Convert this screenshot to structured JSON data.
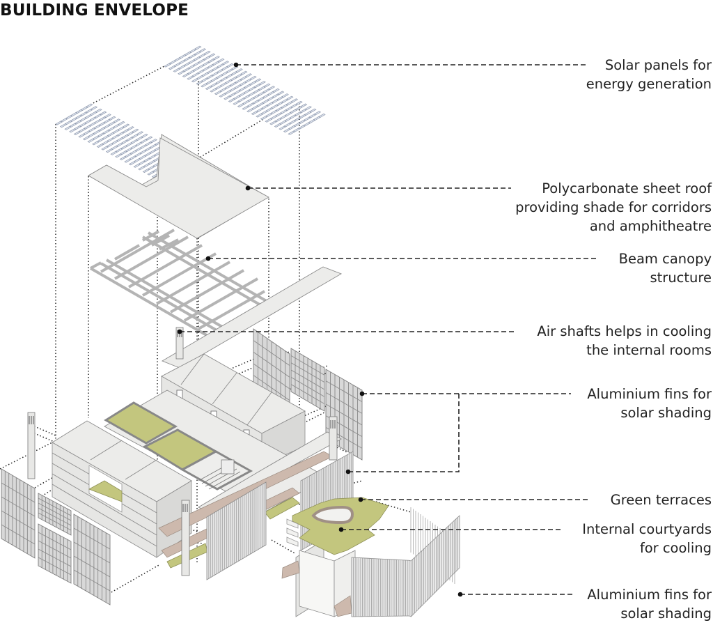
{
  "title": "BUILDING ENVELOPE",
  "labels": [
    {
      "id": "solar-panels",
      "lines": [
        "Solar panels for",
        "energy generation"
      ]
    },
    {
      "id": "polycarbonate-roof",
      "lines": [
        "Polycarbonate sheet roof",
        "providing shade for corridors",
        "and amphitheatre"
      ]
    },
    {
      "id": "beam-canopy",
      "lines": [
        "Beam canopy",
        "structure"
      ]
    },
    {
      "id": "air-shafts",
      "lines": [
        "Air shafts helps in cooling",
        "the internal rooms"
      ]
    },
    {
      "id": "aluminium-fins-1",
      "lines": [
        "Aluminium fins for",
        "solar shading"
      ]
    },
    {
      "id": "green-terraces",
      "lines": [
        "Green terraces"
      ]
    },
    {
      "id": "internal-courtyards",
      "lines": [
        "Internal courtyards",
        "for cooling"
      ]
    },
    {
      "id": "aluminium-fins-2",
      "lines": [
        "Aluminium fins for",
        "solar shading"
      ]
    }
  ],
  "colors": {
    "green_terrace": "#c3c67e",
    "corridor_floor": "#cdb9ad",
    "solar_panel": "#dfe5ef",
    "slab": "#ececea",
    "text": "#222222"
  }
}
